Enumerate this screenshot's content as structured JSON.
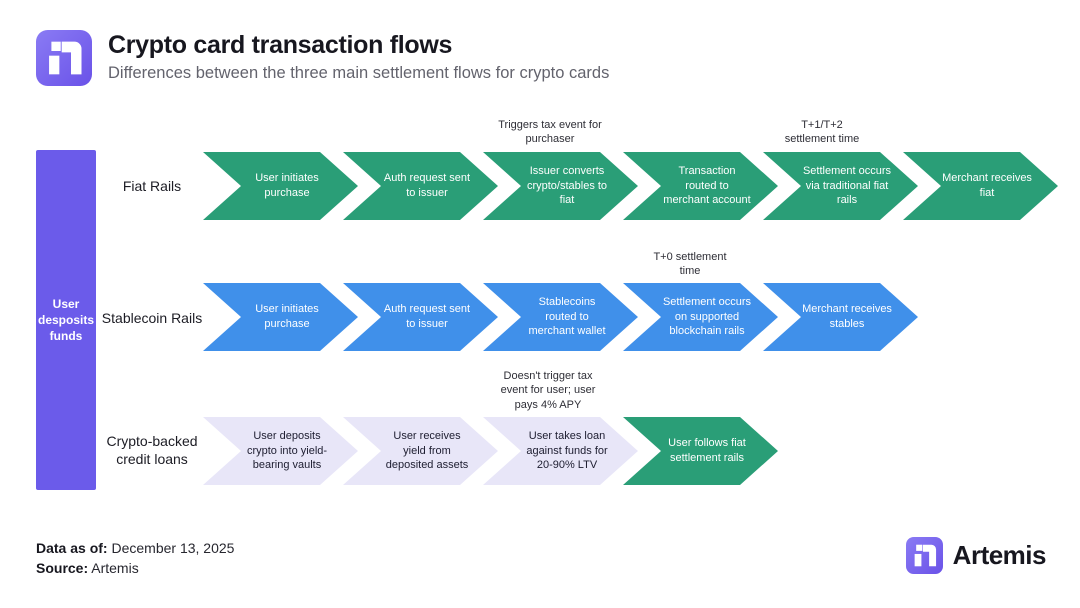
{
  "header": {
    "title": "Crypto card transaction flows",
    "subtitle": "Differences between the three main settlement flows for crypto cards"
  },
  "deposit_bar": {
    "label": "User desposits funds"
  },
  "rows": [
    {
      "label": "Fiat Rails",
      "color": "#2a9e77",
      "steps": [
        {
          "label": "User initiates purchase"
        },
        {
          "label": "Auth request sent to issuer"
        },
        {
          "label": "Issuer converts crypto/stables to fiat"
        },
        {
          "label": "Transaction routed to merchant account"
        },
        {
          "label": "Settlement occurs via traditional fiat rails"
        },
        {
          "label": "Merchant receives fiat"
        }
      ],
      "annotations": [
        {
          "text": "Triggers tax event for purchaser"
        },
        {
          "text": "T+1/T+2 settlement time"
        }
      ]
    },
    {
      "label": "Stablecoin Rails",
      "color": "#4090ea",
      "steps": [
        {
          "label": "User initiates purchase"
        },
        {
          "label": "Auth request sent to issuer"
        },
        {
          "label": "Stablecoins routed to merchant wallet"
        },
        {
          "label": "Settlement occurs on supported blockchain rails"
        },
        {
          "label": "Merchant receives stables"
        }
      ],
      "annotations": [
        {
          "text": "T+0 settlement time"
        }
      ]
    },
    {
      "label": "Crypto-backed credit loans",
      "color": "#e8e6f8",
      "final_step_color": "#2a9e77",
      "steps": [
        {
          "label": "User deposits crypto into yield-bearing vaults"
        },
        {
          "label": "User receives yield from deposited assets"
        },
        {
          "label": "User takes loan against funds for 20-90% LTV"
        },
        {
          "label": "User follows fiat settlement rails"
        }
      ],
      "annotations": [
        {
          "text": "Doesn't trigger tax event for user; user pays 4% APY"
        }
      ]
    }
  ],
  "footer": {
    "data_as_of_label": "Data as of:",
    "data_as_of_value": "December 13, 2025",
    "source_label": "Source:",
    "source_value": "Artemis"
  },
  "brand": {
    "name": "Artemis"
  },
  "colors": {
    "green": "#2a9e77",
    "blue": "#4090ea",
    "lavender": "#e8e6f8",
    "purple_bar": "#6b5bea",
    "logo_purple": "#6c5ce9"
  }
}
